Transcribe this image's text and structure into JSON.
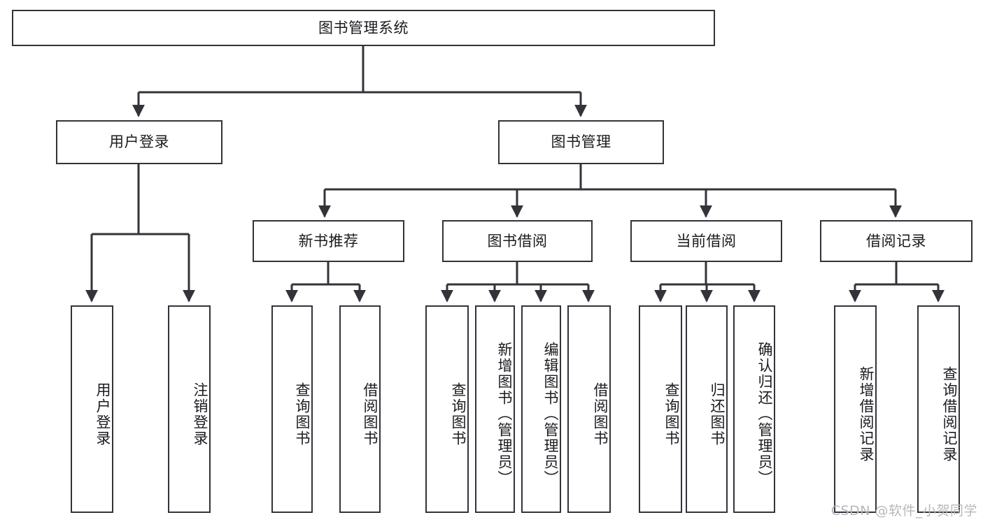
{
  "diagram": {
    "type": "tree",
    "title": "图书管理系统",
    "orientation": "top-down",
    "colors": {
      "background": "#ffffff",
      "node_border": "#33333a",
      "node_fill": "#ffffff",
      "connector": "#33333a",
      "text": "#1b1b20",
      "watermark": "#b9b9bd"
    },
    "watermark": "CSDN @软件_小贺同学"
  },
  "nodes": {
    "root": {
      "label": "图书管理系统",
      "level": 0
    },
    "level1": [
      {
        "id": "user-login",
        "label": "用户登录"
      },
      {
        "id": "book-manage",
        "label": "图书管理"
      }
    ],
    "level2": [
      {
        "id": "new-book-recommend",
        "label": "新书推荐",
        "parent": "book-manage"
      },
      {
        "id": "book-borrow",
        "label": "图书借阅",
        "parent": "book-manage"
      },
      {
        "id": "current-borrow",
        "label": "当前借阅",
        "parent": "book-manage"
      },
      {
        "id": "borrow-record",
        "label": "借阅记录",
        "parent": "book-manage"
      }
    ],
    "leaves": {
      "user-login": [
        {
          "id": "leaf-user-login",
          "label": "用户登录"
        },
        {
          "id": "leaf-logout",
          "label": "注销登录"
        }
      ],
      "new-book-recommend": [
        {
          "id": "leaf-query-book-1",
          "label": "查询图书"
        },
        {
          "id": "leaf-borrow-book-1",
          "label": "借阅图书"
        }
      ],
      "book-borrow": [
        {
          "id": "leaf-query-book-2",
          "label": "查询图书"
        },
        {
          "id": "leaf-add-book",
          "label": "新增图书（管理员）"
        },
        {
          "id": "leaf-edit-book",
          "label": "编辑图书（管理员）"
        },
        {
          "id": "leaf-borrow-book-2",
          "label": "借阅图书"
        }
      ],
      "current-borrow": [
        {
          "id": "leaf-query-book-3",
          "label": "查询图书"
        },
        {
          "id": "leaf-return-book",
          "label": "归还图书"
        },
        {
          "id": "leaf-confirm-return",
          "label": "确认归还（管理员）"
        }
      ],
      "borrow-record": [
        {
          "id": "leaf-add-record",
          "label": "新增借阅记录"
        },
        {
          "id": "leaf-query-record",
          "label": "查询借阅记录"
        }
      ]
    }
  }
}
